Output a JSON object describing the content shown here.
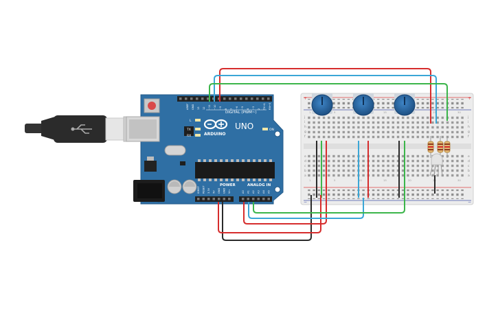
{
  "arduino": {
    "brand_label": "ARDUINO",
    "model_label": "UNO",
    "digital_header_label": "DIGITAL (PWM~)",
    "power_header_label": "POWER",
    "analog_header_label": "ANALOG IN",
    "led_labels": [
      "L",
      "TX",
      "RX",
      "ON"
    ],
    "digital_pins": [
      "AREF",
      "GND",
      "13",
      "12",
      "~11",
      "~10",
      "~9",
      "8",
      "7",
      "~6",
      "~5",
      "4",
      "~3",
      "2",
      "TX→1",
      "RX←0"
    ],
    "power_pins": [
      "IOREF",
      "RESET",
      "3.3V",
      "5V",
      "GND",
      "GND",
      "Vin"
    ],
    "analog_pins": [
      "A0",
      "A1",
      "A2",
      "A3",
      "A4",
      "A5"
    ]
  },
  "breadboard": {
    "row_letters_top": [
      "j",
      "i",
      "h",
      "g",
      "f"
    ],
    "row_letters_bottom": [
      "e",
      "d",
      "c",
      "b",
      "a"
    ],
    "column_numbers": [
      "1",
      "5",
      "10",
      "15",
      "20",
      "25",
      "30"
    ]
  },
  "colors": {
    "board": "#2f6fa4",
    "board_dark": "#1f5582",
    "wire_red": "#d62c2c",
    "wire_blue": "#3aa6d6",
    "wire_green": "#3bb54a",
    "wire_black": "#2a2a2a",
    "knob": "#2e6aa8",
    "breadboard": "#e9e9e9"
  },
  "components": {
    "potentiometers": 3,
    "resistors": 3,
    "rgb_led": 1
  }
}
